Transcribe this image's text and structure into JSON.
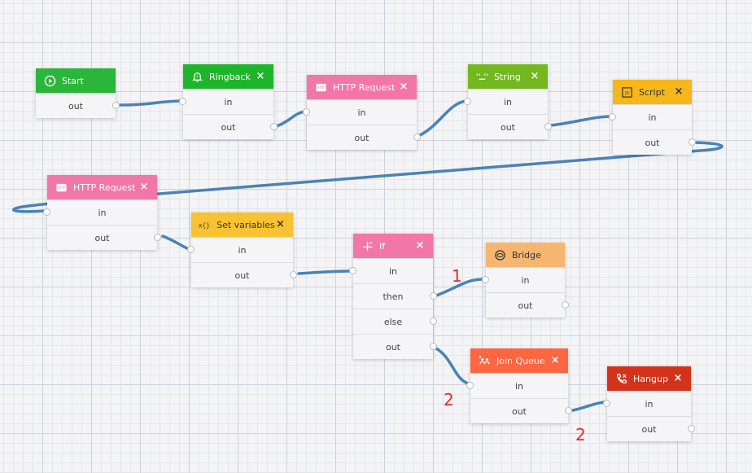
{
  "colors": {
    "start": "#2bb53a",
    "ringback": "#1fb52a",
    "http": "#f277a6",
    "string": "#73b81e",
    "script": "#f6b71b",
    "set_variables": "#f8c233",
    "if": "#f277a6",
    "bridge": "#f6b671",
    "join_queue": "#fb6743",
    "hangup": "#d2341b",
    "wire": "#4a83b5"
  },
  "nodes": [
    {
      "id": "start",
      "title": "Start",
      "icon": "play-circle-icon",
      "color": "start",
      "closable": false,
      "ports": [
        "out"
      ]
    },
    {
      "id": "ringback",
      "title": "Ringback",
      "icon": "bell-icon",
      "color": "ringback",
      "closable": true,
      "ports": [
        "in",
        "out"
      ]
    },
    {
      "id": "http1",
      "title": "HTTP Request",
      "icon": "http-icon",
      "color": "http",
      "closable": true,
      "ports": [
        "in",
        "out"
      ]
    },
    {
      "id": "string",
      "title": "String",
      "icon": "string-icon",
      "color": "string",
      "closable": true,
      "ports": [
        "in",
        "out"
      ]
    },
    {
      "id": "script",
      "title": "Script",
      "icon": "script-icon",
      "color": "script",
      "closable": true,
      "ports": [
        "in",
        "out"
      ]
    },
    {
      "id": "http2",
      "title": "HTTP Request",
      "icon": "http-icon",
      "color": "http",
      "closable": true,
      "ports": [
        "in",
        "out"
      ]
    },
    {
      "id": "setvars",
      "title": "Set variables",
      "icon": "set-variables-icon",
      "color": "set_variables",
      "closable": true,
      "ports": [
        "in",
        "out"
      ]
    },
    {
      "id": "if",
      "title": "If",
      "icon": "branch-icon",
      "color": "if",
      "closable": true,
      "ports": [
        "in",
        "then",
        "else",
        "out"
      ]
    },
    {
      "id": "bridge",
      "title": "Bridge",
      "icon": "bridge-icon",
      "color": "bridge",
      "closable": false,
      "ports": [
        "in",
        "out"
      ]
    },
    {
      "id": "joinqueue",
      "title": "Join Queue",
      "icon": "queue-icon",
      "color": "join_queue",
      "closable": true,
      "ports": [
        "in",
        "out"
      ]
    },
    {
      "id": "hangup",
      "title": "Hangup",
      "icon": "phone-hangup-icon",
      "color": "hangup",
      "closable": true,
      "ports": [
        "in",
        "out"
      ]
    }
  ],
  "close_label": "×",
  "annotations": [
    "1",
    "2",
    "2"
  ]
}
